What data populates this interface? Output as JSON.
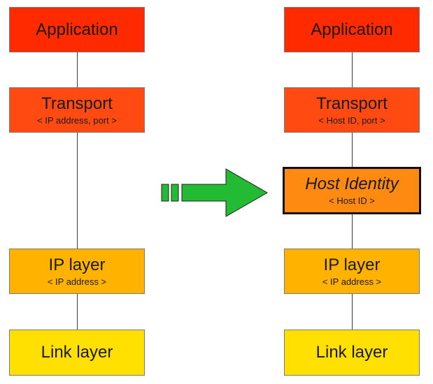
{
  "colors": {
    "application": "#ff2a00",
    "transport": "#ff4a12",
    "host_identity": "#ff8a12",
    "ip_layer": "#ffb300",
    "link_layer": "#ffe000",
    "arrow": "#22bb33",
    "connector": "#3a3a3a"
  },
  "left_stack": {
    "application": {
      "title": "Application"
    },
    "transport": {
      "title": "Transport",
      "sub": "< IP address, port >"
    },
    "ip_layer": {
      "title": "IP layer",
      "sub": "< IP address >"
    },
    "link_layer": {
      "title": "Link layer"
    }
  },
  "right_stack": {
    "application": {
      "title": "Application"
    },
    "transport": {
      "title": "Transport",
      "sub": "< Host ID, port >"
    },
    "host_identity": {
      "title": "Host Identity",
      "sub": "< Host ID >"
    },
    "ip_layer": {
      "title": "IP layer",
      "sub": "< IP address >"
    },
    "link_layer": {
      "title": "Link layer"
    }
  },
  "arrow": {
    "icon": "green-right-arrow-icon"
  }
}
